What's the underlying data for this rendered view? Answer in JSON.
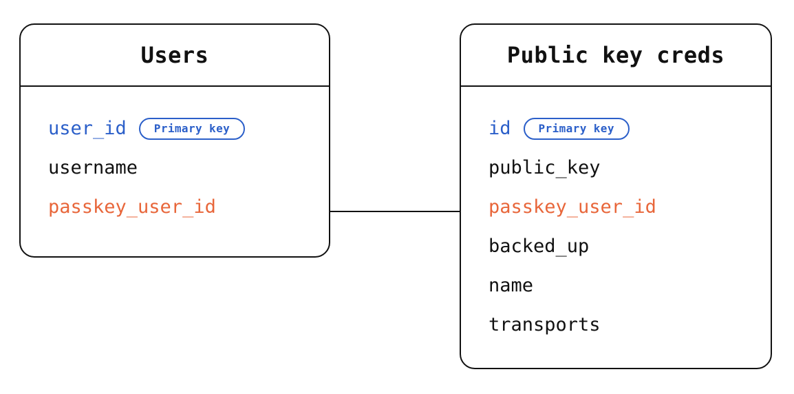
{
  "diagram": {
    "type": "entity-relationship-diagram",
    "background_color": "#ffffff",
    "colors": {
      "border": "#111111",
      "text": "#111111",
      "primary_key": "#2b5fc9",
      "foreign_key": "#e8663a"
    },
    "entities": [
      {
        "id": "users",
        "title": "Users",
        "attributes": [
          {
            "name": "user_id",
            "role": "primary_key",
            "badge": "Primary key"
          },
          {
            "name": "username",
            "role": "plain",
            "badge": null
          },
          {
            "name": "passkey_user_id",
            "role": "foreign_key",
            "badge": null
          }
        ]
      },
      {
        "id": "public_key_creds",
        "title": "Public key creds",
        "attributes": [
          {
            "name": "id",
            "role": "primary_key",
            "badge": "Primary key"
          },
          {
            "name": "public_key",
            "role": "plain",
            "badge": null
          },
          {
            "name": "passkey_user_id",
            "role": "foreign_key",
            "badge": null
          },
          {
            "name": "backed_up",
            "role": "plain",
            "badge": null
          },
          {
            "name": "name",
            "role": "plain",
            "badge": null
          },
          {
            "name": "transports",
            "role": "plain",
            "badge": null
          }
        ]
      }
    ],
    "relationships": [
      {
        "from": "users.passkey_user_id",
        "to": "public_key_creds.passkey_user_id",
        "style": "straight-line"
      }
    ]
  }
}
